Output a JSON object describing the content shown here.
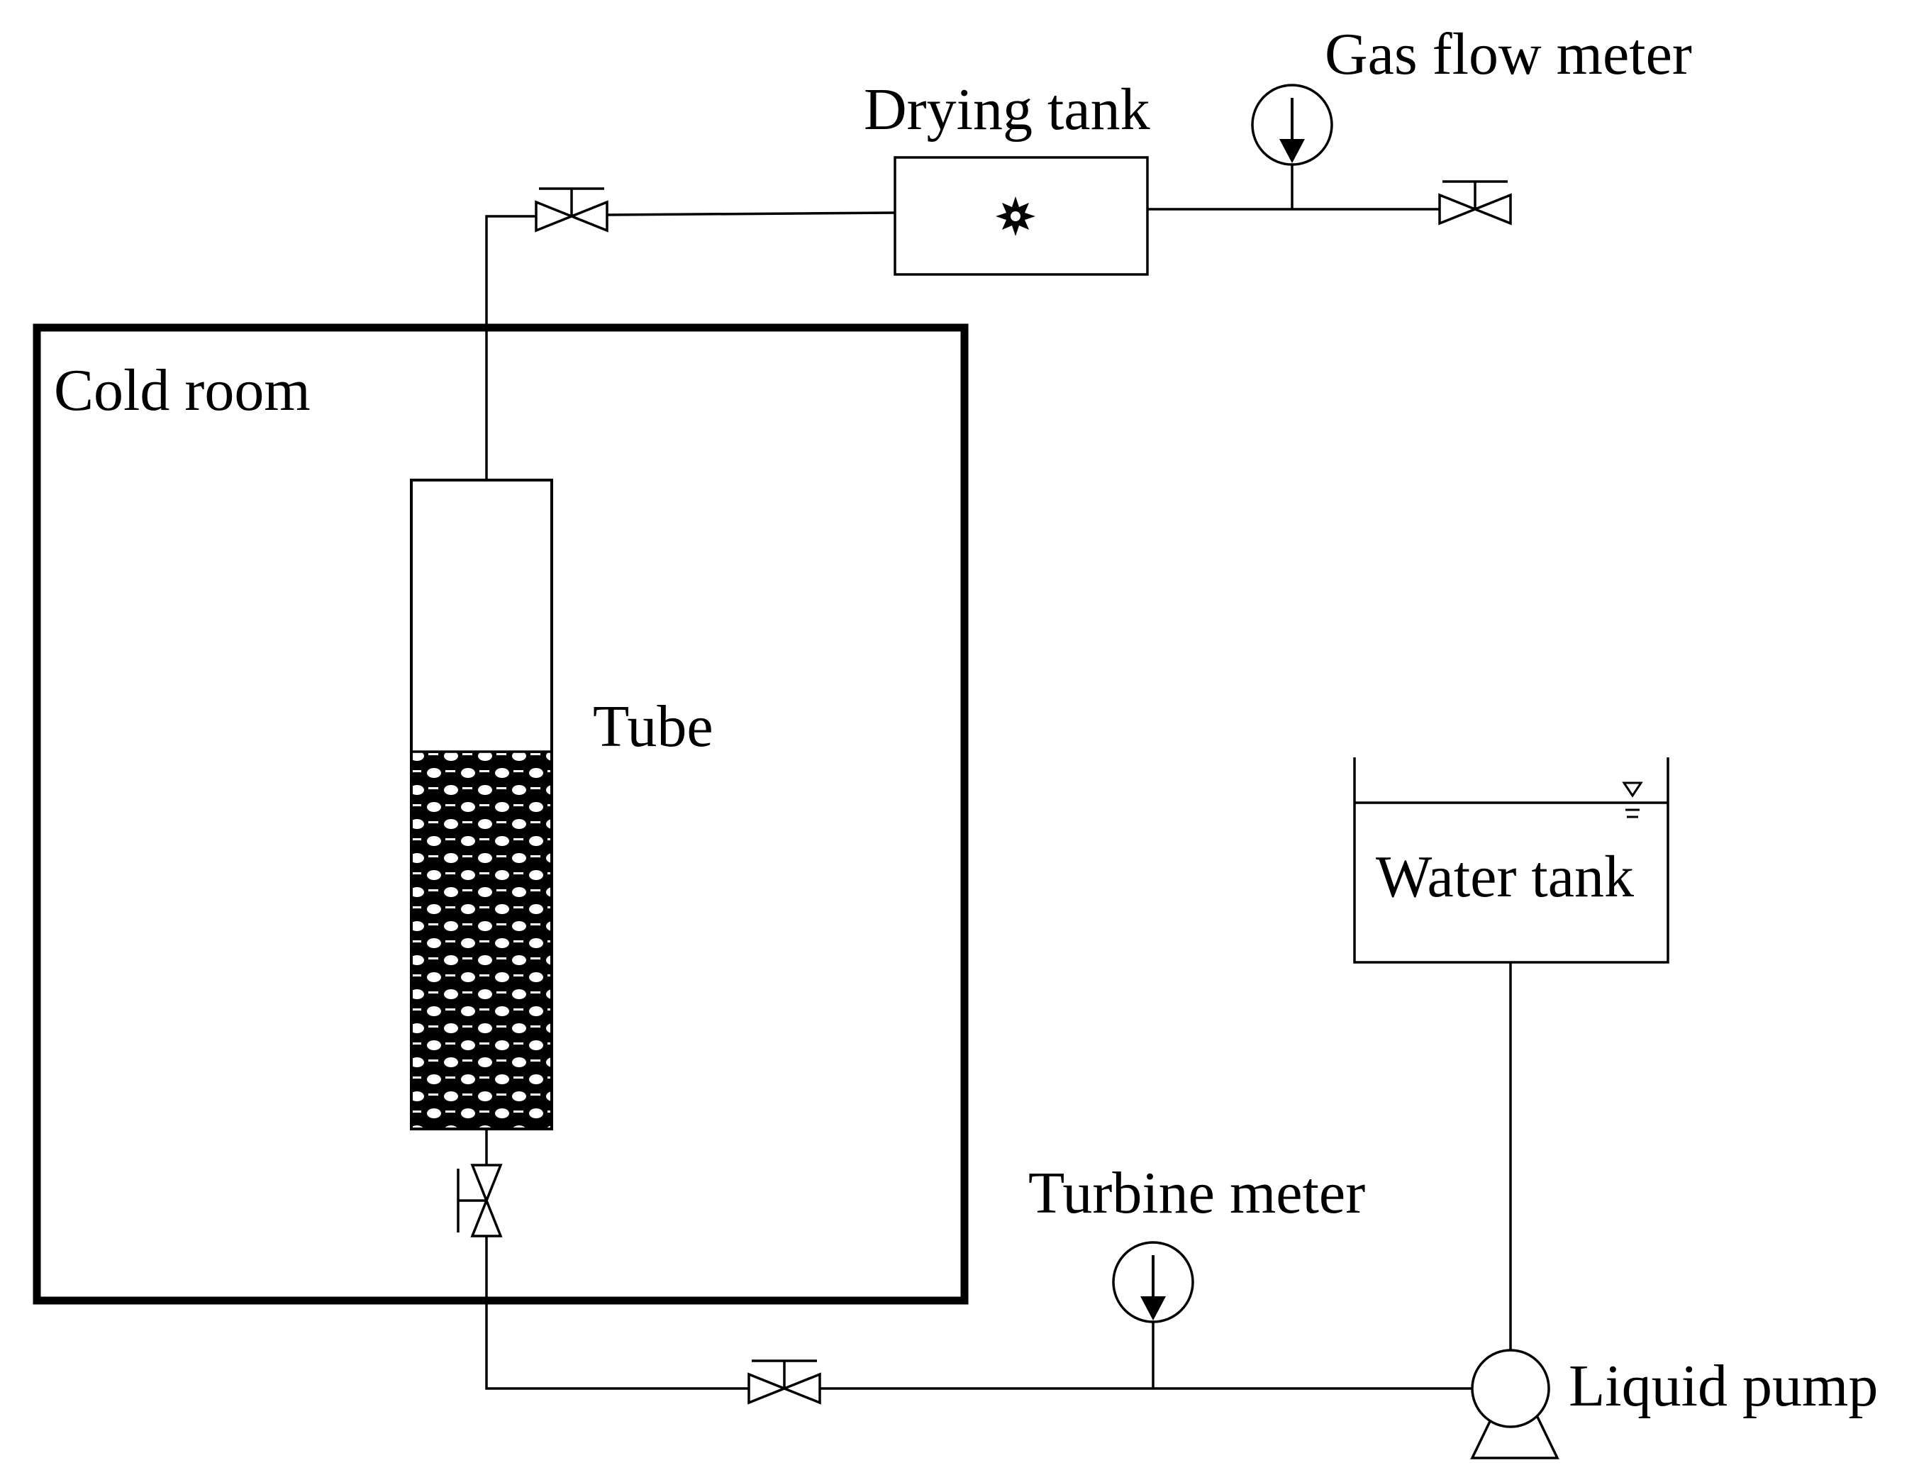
{
  "labels": {
    "cold_room": "Cold room",
    "tube": "Tube",
    "drying_tank": "Drying tank",
    "gas_flow_meter": "Gas flow meter",
    "water_tank": "Water tank",
    "turbine_meter": "Turbine meter",
    "liquid_pump": "Liquid pump"
  },
  "colors": {
    "line": "#000000",
    "background": "#ffffff"
  }
}
